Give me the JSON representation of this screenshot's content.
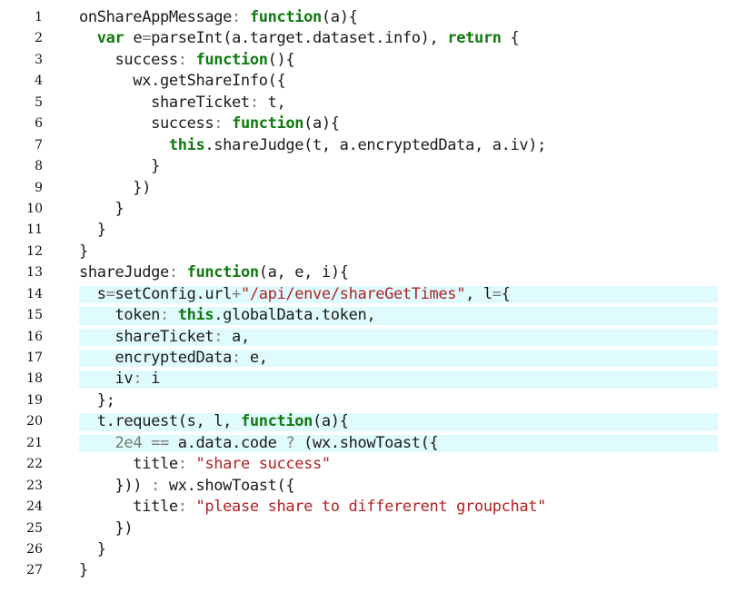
{
  "colors": {
    "keyword": "#117a11",
    "string": "#b22222",
    "number": "#6f7f6f",
    "operator": "#7a7a7a",
    "text": "#1a1a1a",
    "highlight": "#e0fbfd"
  },
  "lines": [
    {
      "n": "1",
      "hl": false,
      "tokens": [
        [
          "pl",
          "onShareAppMessage"
        ],
        [
          "op",
          ":"
        ],
        [
          "pl",
          " "
        ],
        [
          "kw",
          "function"
        ],
        [
          "pl",
          "(a){"
        ]
      ]
    },
    {
      "n": "2",
      "hl": false,
      "tokens": [
        [
          "pl",
          "  "
        ],
        [
          "kw",
          "var"
        ],
        [
          "pl",
          " e"
        ],
        [
          "op",
          "="
        ],
        [
          "pl",
          "parseInt(a.target.dataset.info), "
        ],
        [
          "kw",
          "return"
        ],
        [
          "pl",
          " {"
        ]
      ]
    },
    {
      "n": "3",
      "hl": false,
      "tokens": [
        [
          "pl",
          "    success"
        ],
        [
          "op",
          ":"
        ],
        [
          "pl",
          " "
        ],
        [
          "kw",
          "function"
        ],
        [
          "pl",
          "(){"
        ]
      ]
    },
    {
      "n": "4",
      "hl": false,
      "tokens": [
        [
          "pl",
          "      wx.getShareInfo({"
        ]
      ]
    },
    {
      "n": "5",
      "hl": false,
      "tokens": [
        [
          "pl",
          "        shareTicket"
        ],
        [
          "op",
          ":"
        ],
        [
          "pl",
          " t,"
        ]
      ]
    },
    {
      "n": "6",
      "hl": false,
      "tokens": [
        [
          "pl",
          "        success"
        ],
        [
          "op",
          ":"
        ],
        [
          "pl",
          " "
        ],
        [
          "kw",
          "function"
        ],
        [
          "pl",
          "(a){"
        ]
      ]
    },
    {
      "n": "7",
      "hl": false,
      "tokens": [
        [
          "pl",
          "          "
        ],
        [
          "kw",
          "this"
        ],
        [
          "pl",
          ".shareJudge(t, a.encryptedData, a.iv);"
        ]
      ]
    },
    {
      "n": "8",
      "hl": false,
      "tokens": [
        [
          "pl",
          "        }"
        ]
      ]
    },
    {
      "n": "9",
      "hl": false,
      "tokens": [
        [
          "pl",
          "      })"
        ]
      ]
    },
    {
      "n": "10",
      "hl": false,
      "tokens": [
        [
          "pl",
          "    }"
        ]
      ]
    },
    {
      "n": "11",
      "hl": false,
      "tokens": [
        [
          "pl",
          "  }"
        ]
      ]
    },
    {
      "n": "12",
      "hl": false,
      "tokens": [
        [
          "pl",
          "}"
        ]
      ]
    },
    {
      "n": "13",
      "hl": false,
      "tokens": [
        [
          "pl",
          "shareJudge"
        ],
        [
          "op",
          ":"
        ],
        [
          "pl",
          " "
        ],
        [
          "kw",
          "function"
        ],
        [
          "pl",
          "(a, e, i){"
        ]
      ]
    },
    {
      "n": "14",
      "hl": true,
      "tokens": [
        [
          "pl",
          "  s"
        ],
        [
          "op",
          "="
        ],
        [
          "pl",
          "setConfig.url"
        ],
        [
          "op",
          "+"
        ],
        [
          "str",
          "\"/api/enve/shareGetTimes\""
        ],
        [
          "pl",
          ", l"
        ],
        [
          "op",
          "="
        ],
        [
          "pl",
          "{"
        ]
      ]
    },
    {
      "n": "15",
      "hl": true,
      "tokens": [
        [
          "pl",
          "    token"
        ],
        [
          "op",
          ":"
        ],
        [
          "pl",
          " "
        ],
        [
          "kw",
          "this"
        ],
        [
          "pl",
          ".globalData.token,"
        ]
      ]
    },
    {
      "n": "16",
      "hl": true,
      "tokens": [
        [
          "pl",
          "    shareTicket"
        ],
        [
          "op",
          ":"
        ],
        [
          "pl",
          " a,"
        ]
      ]
    },
    {
      "n": "17",
      "hl": true,
      "tokens": [
        [
          "pl",
          "    encryptedData"
        ],
        [
          "op",
          ":"
        ],
        [
          "pl",
          " e,"
        ]
      ]
    },
    {
      "n": "18",
      "hl": true,
      "tokens": [
        [
          "pl",
          "    iv"
        ],
        [
          "op",
          ":"
        ],
        [
          "pl",
          " i"
        ]
      ]
    },
    {
      "n": "19",
      "hl": false,
      "tokens": [
        [
          "pl",
          "  };"
        ]
      ]
    },
    {
      "n": "20",
      "hl": true,
      "tokens": [
        [
          "pl",
          "  t.request(s, l, "
        ],
        [
          "kw",
          "function"
        ],
        [
          "pl",
          "(a){"
        ]
      ]
    },
    {
      "n": "21",
      "hl": true,
      "tokens": [
        [
          "pl",
          "    "
        ],
        [
          "num",
          "2e4"
        ],
        [
          "pl",
          " "
        ],
        [
          "op",
          "=="
        ],
        [
          "pl",
          " a.data.code "
        ],
        [
          "op",
          "?"
        ],
        [
          "pl",
          " (wx.showToast({"
        ]
      ]
    },
    {
      "n": "22",
      "hl": false,
      "tokens": [
        [
          "pl",
          "      title"
        ],
        [
          "op",
          ":"
        ],
        [
          "pl",
          " "
        ],
        [
          "str",
          "\"share success\""
        ]
      ]
    },
    {
      "n": "23",
      "hl": false,
      "tokens": [
        [
          "pl",
          "    })) "
        ],
        [
          "op",
          ":"
        ],
        [
          "pl",
          " wx.showToast({"
        ]
      ]
    },
    {
      "n": "24",
      "hl": false,
      "tokens": [
        [
          "pl",
          "      title"
        ],
        [
          "op",
          ":"
        ],
        [
          "pl",
          " "
        ],
        [
          "str",
          "\"please share to differerent groupchat\""
        ]
      ]
    },
    {
      "n": "25",
      "hl": false,
      "tokens": [
        [
          "pl",
          "    })"
        ]
      ]
    },
    {
      "n": "26",
      "hl": false,
      "tokens": [
        [
          "pl",
          "  }"
        ]
      ]
    },
    {
      "n": "27",
      "hl": false,
      "tokens": [
        [
          "pl",
          "}"
        ]
      ]
    }
  ]
}
